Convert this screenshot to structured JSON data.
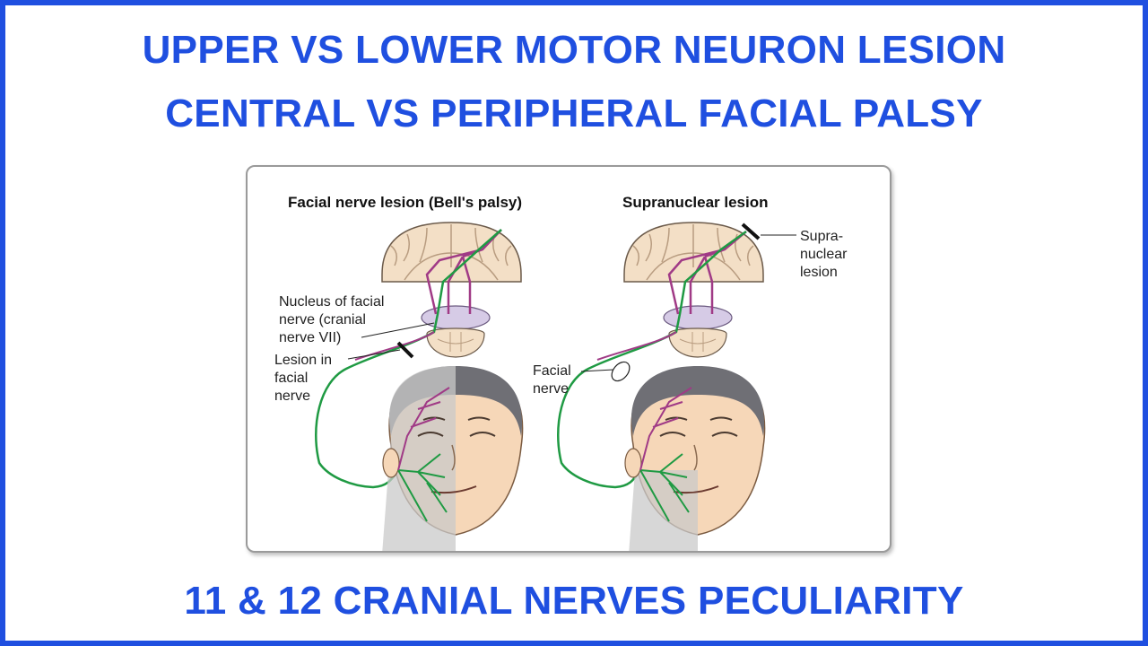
{
  "headings": {
    "line1": "UPPER VS LOWER MOTOR NEURON LESION",
    "line2": "CENTRAL VS PERIPHERAL FACIAL PALSY",
    "line3": "11 & 12 CRANIAL NERVES PECULIARITY"
  },
  "diagram": {
    "left": {
      "title": "Facial nerve lesion (Bell's palsy)",
      "nucleus_label": [
        "Nucleus of facial",
        "nerve (cranial",
        "nerve VII)"
      ],
      "lesion_label": [
        "Lesion in",
        "facial",
        "nerve"
      ]
    },
    "right": {
      "title": "Supranuclear lesion",
      "supra_label": [
        "Supra-",
        "nuclear",
        "lesion"
      ],
      "facial_nerve_label": [
        "Facial",
        "nerve"
      ]
    }
  },
  "colors": {
    "heading": "#1f4fe0",
    "border": "#1f4fe0",
    "green_pathway": "#1f9a43",
    "purple_pathway": "#a03a86",
    "brain_fill": "#f3dfc6",
    "skin": "#f6d7b8",
    "paralysis_overlay": "#c9c9c9"
  }
}
